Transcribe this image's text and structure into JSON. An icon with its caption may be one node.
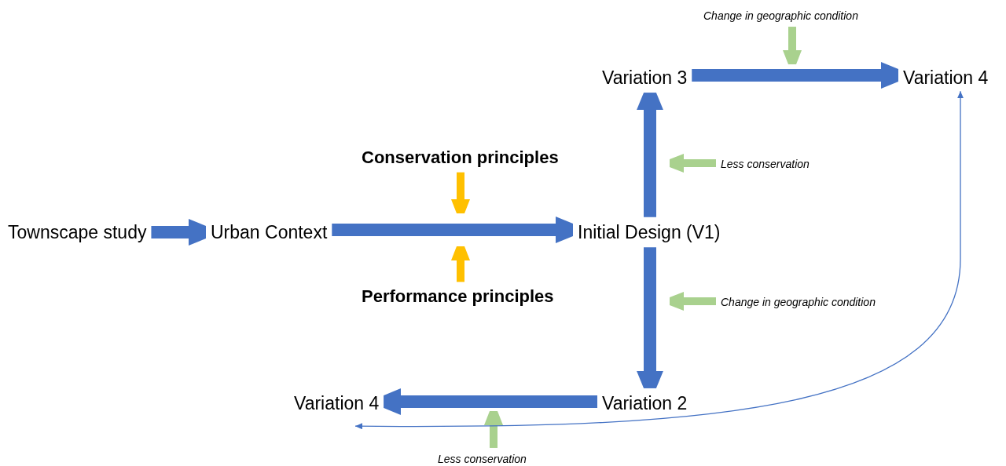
{
  "diagram": {
    "nodes": [
      {
        "text": [
          "Townscape study"
        ]
      },
      {
        "text": [
          "Urban Context"
        ]
      },
      {
        "text": [
          "Conservation principles"
        ]
      },
      {
        "text": [
          "Performance principles"
        ]
      },
      {
        "text": [
          "Initial Design (V1)"
        ]
      },
      {
        "text": [
          "Variation 3"
        ]
      },
      {
        "text": [
          "Variation 4"
        ]
      },
      {
        "text": [
          "Change in geographic condition"
        ]
      },
      {
        "text": [
          "Less conservation"
        ]
      },
      {
        "text": [
          "Change in geographic condition"
        ]
      },
      {
        "text": [
          "Variation 2"
        ]
      },
      {
        "text": [
          "Variation 4"
        ]
      },
      {
        "text": [
          "Less conservation"
        ]
      }
    ],
    "edges": [
      {
        "from": 0,
        "to": 1,
        "arrow": "to"
      },
      {
        "from": 1,
        "to": 4,
        "arrow": "to"
      },
      {
        "from": 2,
        "to": null,
        "arrow": "to",
        "color": "#ffc000"
      },
      {
        "from": 3,
        "to": null,
        "arrow": "to",
        "color": "#ffc000"
      },
      {
        "from": 4,
        "to": 5,
        "arrow": "to"
      },
      {
        "from": 5,
        "to": 6,
        "arrow": "to"
      },
      {
        "from": 7,
        "to": null,
        "arrow": "to",
        "color": "#a9d18e"
      },
      {
        "from": 8,
        "to": null,
        "arrow": "to",
        "color": "#a9d18e"
      },
      {
        "from": 4,
        "to": 10,
        "arrow": "to"
      },
      {
        "from": 9,
        "to": null,
        "arrow": "to",
        "color": "#a9d18e"
      },
      {
        "from": 10,
        "to": 11,
        "arrow": "to"
      },
      {
        "from": 12,
        "to": null,
        "arrow": "to",
        "color": "#a9d18e"
      },
      {
        "from": 6,
        "to": 11,
        "arrow": "both"
      }
    ]
  }
}
